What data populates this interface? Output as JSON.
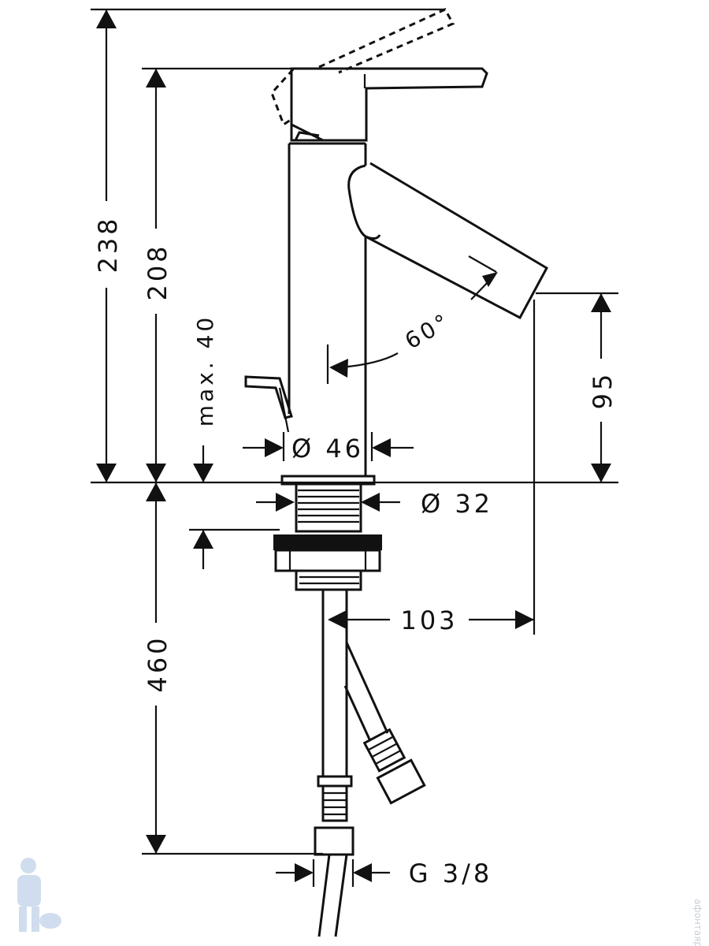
{
  "dimensions": {
    "total_height": "238",
    "spout_height": "208",
    "max_thickness": "max. 40",
    "spout_angle": "60°",
    "spout_outlet_height": "95",
    "body_diameter": "Ø 46",
    "thread_diameter": "Ø 32",
    "spout_reach": "103",
    "hose_length": "460",
    "connection": "G 3/8"
  },
  "watermark": {
    "side_text": "афонтаяр.рф"
  }
}
